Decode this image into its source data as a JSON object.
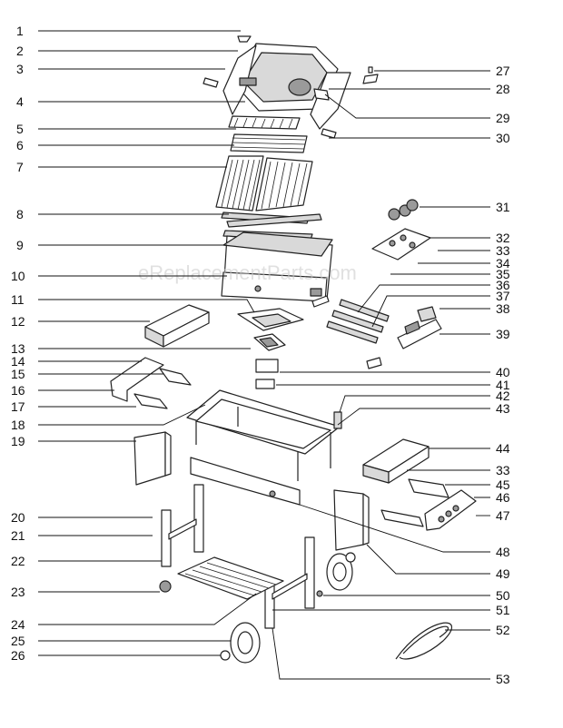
{
  "watermark": "eReplacementParts.com",
  "callouts": [
    {
      "n": "1"
    },
    {
      "n": "2"
    },
    {
      "n": "3"
    },
    {
      "n": "4"
    },
    {
      "n": "5"
    },
    {
      "n": "6"
    },
    {
      "n": "7"
    },
    {
      "n": "8"
    },
    {
      "n": "9"
    },
    {
      "n": "10"
    },
    {
      "n": "11"
    },
    {
      "n": "12"
    },
    {
      "n": "13"
    },
    {
      "n": "14"
    },
    {
      "n": "15"
    },
    {
      "n": "16"
    },
    {
      "n": "17"
    },
    {
      "n": "18"
    },
    {
      "n": "19"
    },
    {
      "n": "20"
    },
    {
      "n": "21"
    },
    {
      "n": "22"
    },
    {
      "n": "23"
    },
    {
      "n": "24"
    },
    {
      "n": "25"
    },
    {
      "n": "26"
    },
    {
      "n": "27"
    },
    {
      "n": "28"
    },
    {
      "n": "29"
    },
    {
      "n": "30"
    },
    {
      "n": "31"
    },
    {
      "n": "32"
    },
    {
      "n": "33"
    },
    {
      "n": "34"
    },
    {
      "n": "35"
    },
    {
      "n": "36"
    },
    {
      "n": "37"
    },
    {
      "n": "38"
    },
    {
      "n": "39"
    },
    {
      "n": "40"
    },
    {
      "n": "41"
    },
    {
      "n": "42"
    },
    {
      "n": "43"
    },
    {
      "n": "44"
    },
    {
      "n": "33"
    },
    {
      "n": "45"
    },
    {
      "n": "46"
    },
    {
      "n": "47"
    },
    {
      "n": "48"
    },
    {
      "n": "49"
    },
    {
      "n": "50"
    },
    {
      "n": "51"
    },
    {
      "n": "52"
    },
    {
      "n": "53"
    }
  ]
}
